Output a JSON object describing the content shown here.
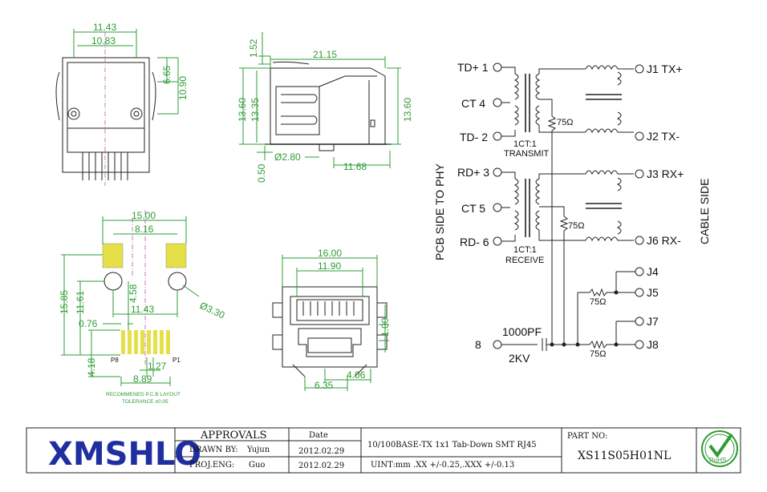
{
  "top_view": {
    "dim_outer_width": "11.43",
    "dim_inner_width": "10.83",
    "dim_height_a": "6.65",
    "dim_height_b": "10.90"
  },
  "side_view": {
    "dim_top": "1.52",
    "dim_length": "21.15",
    "dim_h1": "13.60",
    "dim_h2": "13.35",
    "dim_h3": "13.60",
    "dim_pin": "0.50",
    "dim_hole": "Ø2.80",
    "dim_offset": "11.68"
  },
  "pcb_layout": {
    "dim_pad_span": "15.00",
    "dim_pad_inner": "8.16",
    "dim_v1": "15.85",
    "dim_v2": "11.61",
    "dim_v3": "4.58",
    "dim_hole_span": "11.43",
    "dim_hole_dia": "Ø3.30",
    "dim_pitch_a": "0.76",
    "dim_v4": "4.18",
    "dim_pitch_b": "1.27",
    "dim_pin_span": "8.89",
    "pin_left": "P8",
    "pin_right": "P1",
    "note_line1": "RECOMMENED P.C.B LAYOUT",
    "note_line2": "TOLERANCE ±0.05"
  },
  "front_view": {
    "dim_outer": "16.00",
    "dim_inner": "11.90",
    "dim_right": "1.00",
    "dim_b1": "4.06",
    "dim_b2": "6.35"
  },
  "schematic": {
    "left_pins": [
      "TD+ 1",
      "CT  4",
      "TD- 2",
      "RD+ 3",
      "CT  5",
      "RD- 6"
    ],
    "right_pins": [
      "J1 TX+",
      "J2 TX-",
      "J3 RX+",
      "J6 RX-",
      "J4",
      "J5",
      "J7",
      "J8"
    ],
    "transmit_ratio": "1CT:1",
    "transmit_label": "TRANSMIT",
    "receive_ratio": "1CT:1",
    "receive_label": "RECEIVE",
    "resistor": "75Ω",
    "cap_value": "1000PF",
    "cap_voltage": "2KV",
    "pin8": "8",
    "left_side_label": "PCB SIDE TO PHY",
    "right_side_label": "CABLE SIDE"
  },
  "title_block": {
    "logo": "XMSHLO",
    "approvals": "APPROVALS",
    "date_header": "Date",
    "drawn_by_label": "DRAWN BY:",
    "drawn_by": "Yujun",
    "drawn_date": "2012.02.29",
    "proj_eng_label": "PROJ.ENG:",
    "proj_eng": "Guo",
    "proj_date": "2012.02.29",
    "description": "10/100BASE-TX 1x1 Tab-Down SMT RJ45",
    "units": "UINT:mm .XX +/-0.25,.XXX +/-0.13",
    "part_no_label": "PART NO:",
    "part_no": "XS11S05H01NL",
    "rohs": "RoHS",
    "accent": "#2e9c34",
    "logo_color": "#1f2fa0"
  }
}
